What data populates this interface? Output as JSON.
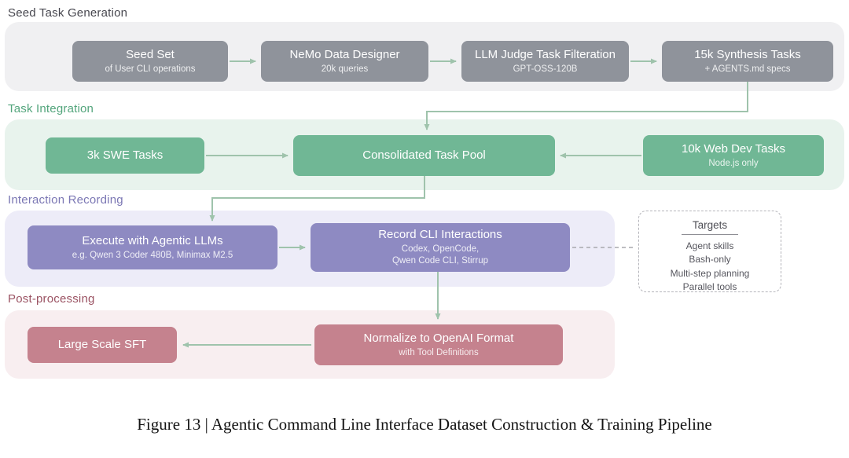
{
  "sections": {
    "seed": {
      "label": "Seed Task Generation",
      "boxes": [
        {
          "title": "Seed Set",
          "subtitle": "of User CLI operations"
        },
        {
          "title": "NeMo Data Designer",
          "subtitle": "20k queries"
        },
        {
          "title": "LLM Judge Task Filteration",
          "subtitle": "GPT-OSS-120B"
        },
        {
          "title": "15k Synthesis Tasks",
          "subtitle": "+ AGENTS.md specs"
        }
      ]
    },
    "integration": {
      "label": "Task Integration",
      "boxes": [
        {
          "title": "3k SWE Tasks"
        },
        {
          "title": "Consolidated Task Pool"
        },
        {
          "title": "10k Web Dev Tasks",
          "subtitle": "Node.js only"
        }
      ]
    },
    "recording": {
      "label": "Interaction Recording",
      "boxes": [
        {
          "title": "Execute with Agentic LLMs",
          "subtitle": "e.g. Qwen 3 Coder 480B, Minimax M2.5"
        },
        {
          "title": "Record CLI Interactions",
          "subtitle": "Codex, OpenCode,\nQwen Code CLI, Stirrup"
        }
      ],
      "targets": {
        "title": "Targets",
        "items": [
          "Agent skills",
          "Bash-only",
          "Multi-step planning",
          "Parallel tools"
        ]
      }
    },
    "post": {
      "label": "Post-processing",
      "boxes": [
        {
          "title": "Large Scale SFT"
        },
        {
          "title": "Normalize to OpenAI Format",
          "subtitle": "with Tool Definitions"
        }
      ]
    }
  },
  "caption": "Figure 13 | Agentic Command Line Interface Dataset Construction & Training Pipeline",
  "palette": {
    "seed_box": "#8f939b",
    "integration_box": "#70b795",
    "recording_box": "#8e8ac2",
    "post_box": "#c5828e",
    "seed_band": "#f0f0f2",
    "integration_band": "#e8f3ed",
    "recording_band": "#edecf8",
    "post_band": "#f8eef0",
    "arrow": "#9fc3ac",
    "dashed_connector": "#a8a8ae"
  }
}
